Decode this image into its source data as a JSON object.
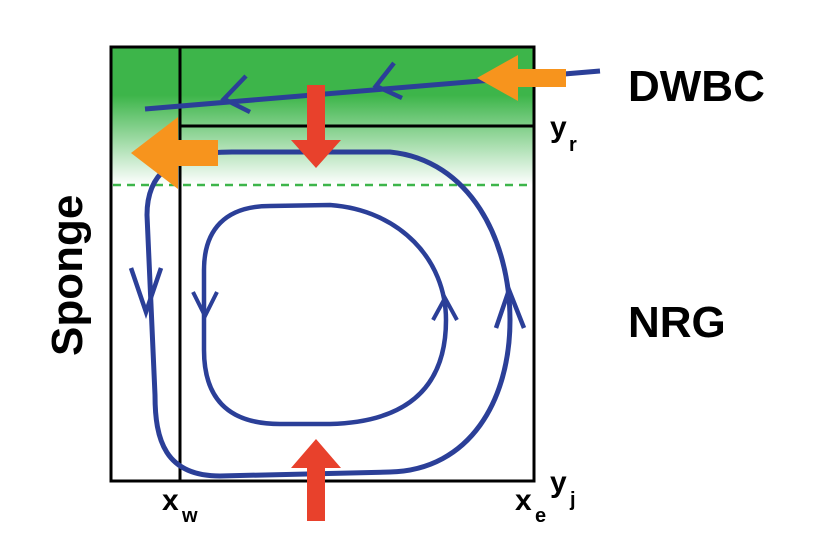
{
  "labels": {
    "dwbc": "DWBC",
    "nrg": "NRG",
    "sponge": "Sponge",
    "x_w": "x",
    "x_w_sub": "w",
    "x_e": "x",
    "x_e_sub": "e",
    "y_r": "y",
    "y_r_sub": "r",
    "y_j": "y",
    "y_j_sub": "j"
  },
  "colors": {
    "streamline": "#2B3F98",
    "inflow_arrow": "#E8412C",
    "boundary_arrow": "#F7941D",
    "sponge_green": "#3DB54A",
    "dashed_line": "#3DB54A",
    "frame": "#000000"
  }
}
